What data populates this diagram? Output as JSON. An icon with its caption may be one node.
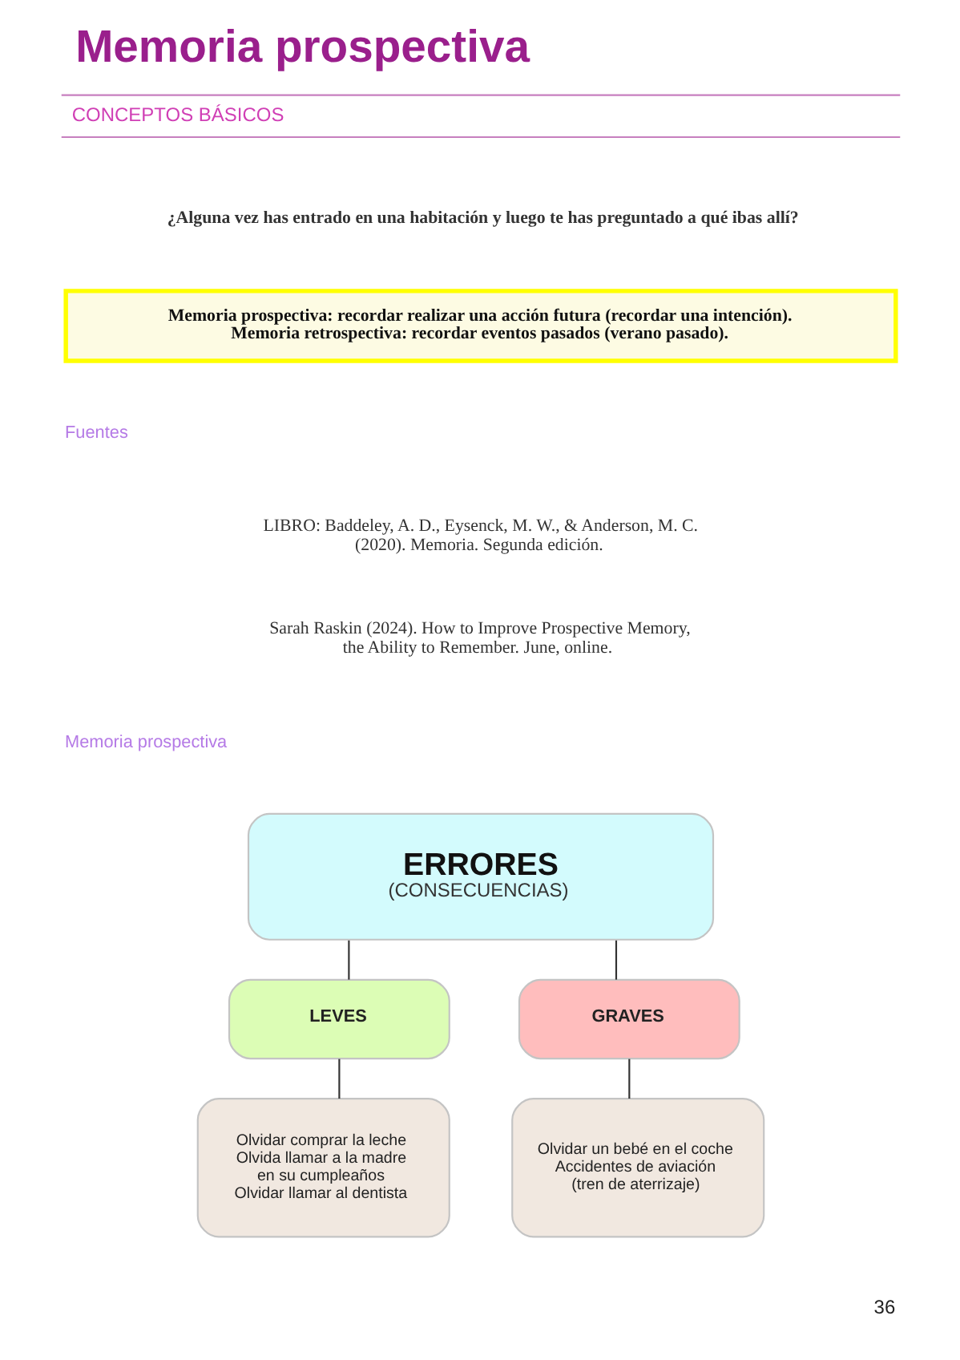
{
  "diagram": {
    "title": "Memoria prospectiva",
    "nodes": [
      {
        "text": [
          "Memoria prospectiva: recordar realizar una acción futura (recordar una intención).",
          "Memoria retrospectiva: recordar eventos pasados (verano pasado)."
        ]
      },
      {
        "text": [
          "ERRORES",
          "(CONSECUENCIAS)"
        ]
      },
      {
        "text": [
          "LEVES"
        ]
      },
      {
        "text": [
          "GRAVES"
        ]
      },
      {
        "text": [
          "Olvidar comprar la leche",
          "Olvida llamar a la madre en su cumpleaños",
          "Olvidar llamar al dentista"
        ]
      },
      {
        "text": [
          "Olvidar un bebé en el coche",
          "Accidentes de aviación (tren de aterrizaje)"
        ]
      }
    ],
    "edges": [
      {
        "from": 1,
        "to": 2,
        "arrow": "none"
      },
      {
        "from": 1,
        "to": 3,
        "arrow": "none"
      },
      {
        "from": 2,
        "to": 4,
        "arrow": "none"
      },
      {
        "from": 3,
        "to": 5,
        "arrow": "none"
      }
    ],
    "labels": [
      "CONCEPTOS BÁSICOS",
      "¿Alguna vez has entrado en una habitación y luego te has preguntado a qué ibas allí?",
      "Fuentes",
      "LIBRO: Baddeley, A. D., Eysenck, M. W., & Anderson, M. C. (2020). Memoria. Segunda edición.",
      "Sarah Raskin (2024). How to Improve Prospective Memory, the Ability to Remember. June, online.",
      "Memoria prospectiva",
      "36"
    ]
  }
}
